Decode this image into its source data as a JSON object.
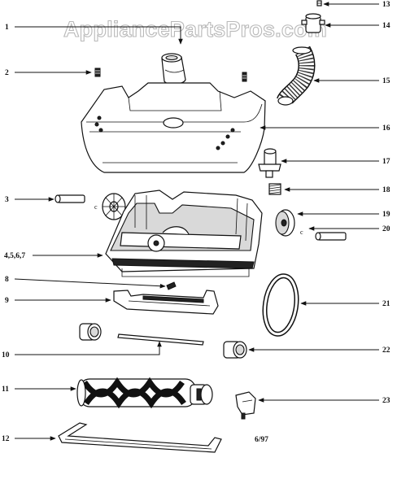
{
  "watermark": "AppliancePartsPros.com",
  "date_code": "6/97",
  "callouts": {
    "c1": "1",
    "c2": "2",
    "c3": "3",
    "c4": "4,5,6,7",
    "c8": "8",
    "c9": "9",
    "c10": "10",
    "c11": "11",
    "c12": "12",
    "c13": "13",
    "c14": "14",
    "c15": "15",
    "c16": "16",
    "c17": "17",
    "c18": "18",
    "c19": "19",
    "c20": "20",
    "c21": "21",
    "c22": "22",
    "c23": "23"
  }
}
